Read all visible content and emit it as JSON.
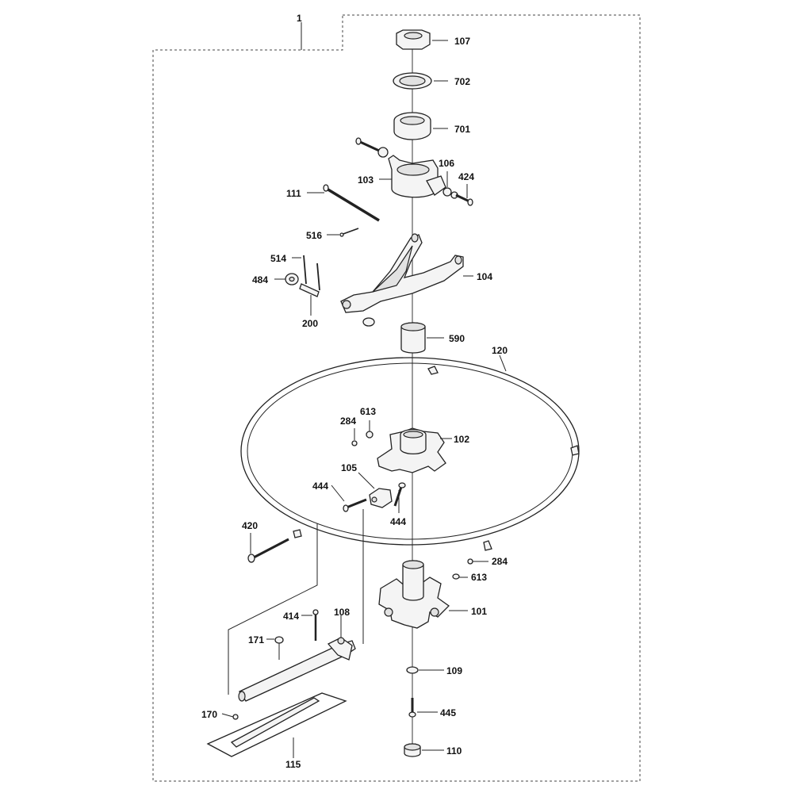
{
  "callouts": {
    "assembly": "1",
    "p107": "107",
    "p702": "702",
    "p701": "701",
    "p106": "106",
    "p424": "424",
    "p103": "103",
    "p111": "111",
    "p516": "516",
    "p514": "514",
    "p484": "484",
    "p104": "104",
    "p200": "200",
    "p590": "590",
    "p120": "120",
    "p613a": "613",
    "p284a": "284",
    "p102": "102",
    "p105": "105",
    "p444a": "444",
    "p444b": "444",
    "p420": "420",
    "p284b": "284",
    "p613b": "613",
    "p101": "101",
    "p414": "414",
    "p108": "108",
    "p171": "171",
    "p109": "109",
    "p445": "445",
    "p170": "170",
    "p110": "110",
    "p115": "115"
  }
}
